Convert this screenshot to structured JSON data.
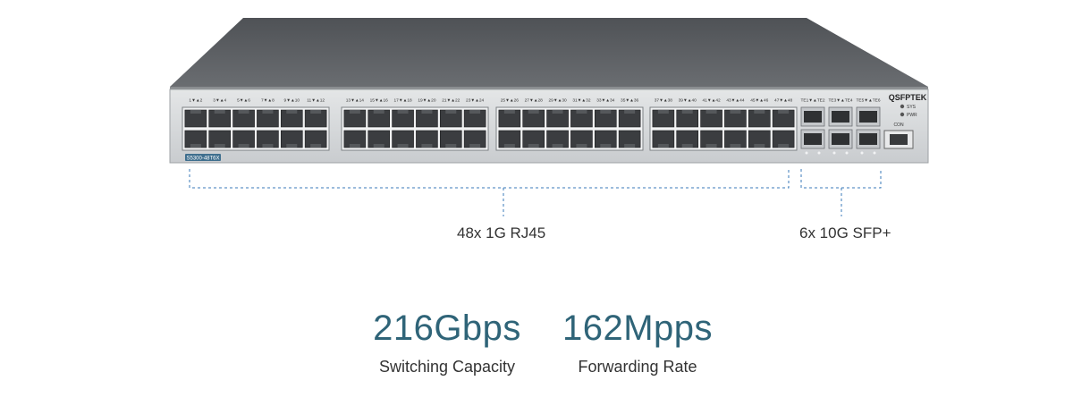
{
  "device": {
    "brand": "QSFPTEK",
    "model": "S5300-48T6X",
    "led_labels": [
      "SYS",
      "PWR"
    ],
    "console_label": "CON",
    "rj45_port_labels": [
      "1▼▲2",
      "3▼▲4",
      "5▼▲6",
      "7▼▲8",
      "9▼▲10",
      "11▼▲12",
      "13▼▲14",
      "15▼▲16",
      "17▼▲18",
      "19▼▲20",
      "21▼▲22",
      "23▼▲24",
      "25▼▲26",
      "27▼▲28",
      "29▼▲30",
      "31▼▲32",
      "33▼▲34",
      "35▼▲36",
      "37▼▲38",
      "39▼▲40",
      "41▼▲42",
      "43▼▲44",
      "45▼▲46",
      "47▼▲48"
    ],
    "sfp_port_labels": [
      "TE1▼▲TE2",
      "TE3▼▲TE4",
      "TE5▼▲TE6"
    ]
  },
  "callouts": {
    "rj45": "48x 1G RJ45",
    "sfp": "6x 10G SFP+"
  },
  "metrics": [
    {
      "value": "216Gbps",
      "caption": "Switching Capacity"
    },
    {
      "value": "162Mpps",
      "caption": "Forwarding Rate"
    }
  ],
  "colors": {
    "accent": "#2f6478",
    "chassis_top": "#5b5e62",
    "front_panel": "#d3d6d8",
    "dashed_line": "#3a7ab8"
  }
}
